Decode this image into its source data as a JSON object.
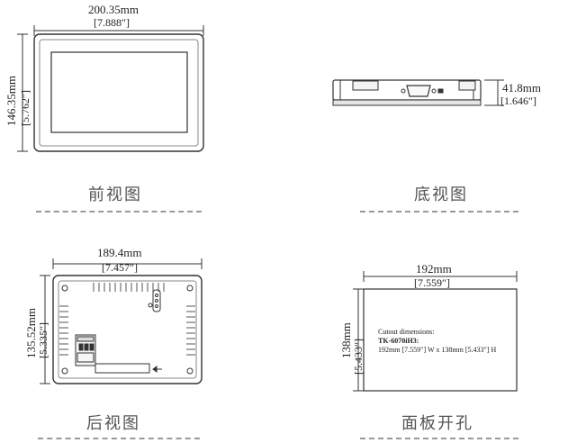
{
  "front_view": {
    "width_mm": "200.35mm",
    "width_in": "[7.888″]",
    "height_mm": "146.35mm",
    "height_in": "[5.762″]",
    "caption": "前视图"
  },
  "bottom_view": {
    "depth_mm": "41.8mm",
    "depth_in": "[1.646″]",
    "caption": "底视图"
  },
  "rear_view": {
    "width_mm": "189.4mm",
    "width_in": "[7.457″]",
    "height_mm": "135.52mm",
    "height_in": "[5.335″]",
    "caption": "后视图"
  },
  "cutout_view": {
    "width_mm": "192mm",
    "width_in": "[7.559″]",
    "height_mm": "138mm",
    "height_in": "[5.433″]",
    "note_title": "Cutout dimensions:",
    "note_model": "TK-6070iH3:",
    "note_size": "192mm [7.559″] W x 138mm [5.433″] H",
    "caption": "面板开孔"
  }
}
